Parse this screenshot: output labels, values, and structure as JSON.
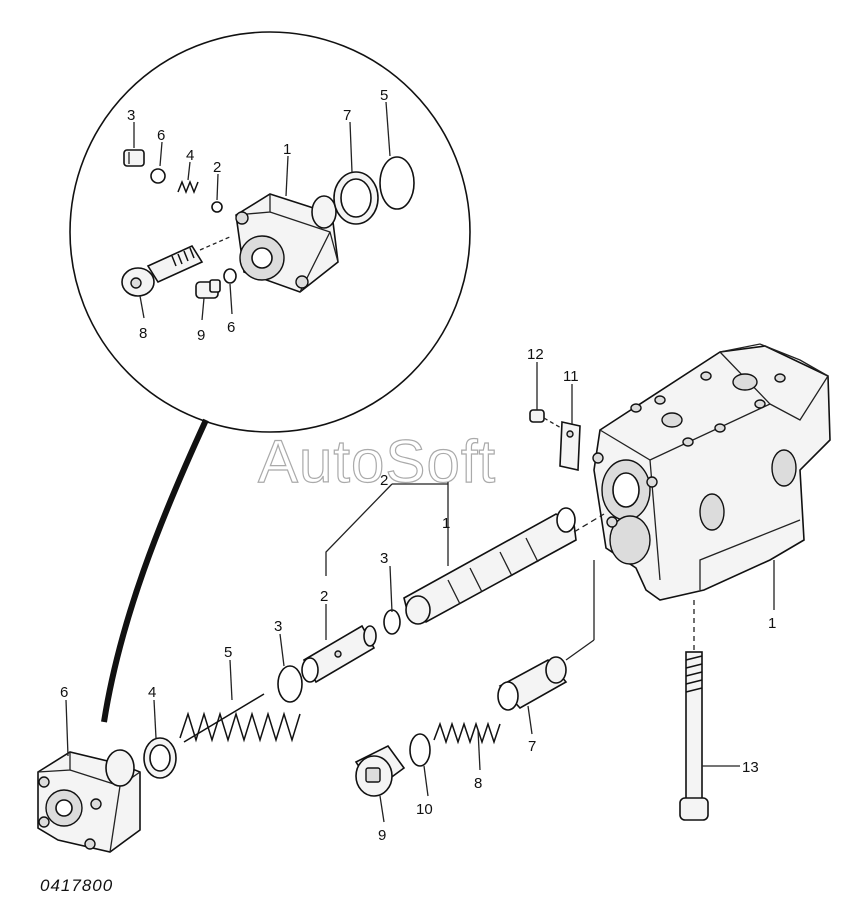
{
  "watermark": "AutoSoft",
  "document_number": "0417800",
  "detail_callouts": {
    "c3": "3",
    "c6a": "6",
    "c4": "4",
    "c2": "2",
    "c1": "1",
    "c7": "7",
    "c5": "5",
    "c8": "8",
    "c9": "9",
    "c6b": "6"
  },
  "main_callouts": {
    "c12": "12",
    "c11": "11",
    "c2a": "2",
    "c1a": "1",
    "c3a": "3",
    "c2b": "2",
    "c1b": "1",
    "c3b": "3",
    "c5": "5",
    "c6": "6",
    "c4": "4",
    "c7": "7",
    "c8": "8",
    "c10": "10",
    "c9": "9",
    "c13": "13"
  }
}
